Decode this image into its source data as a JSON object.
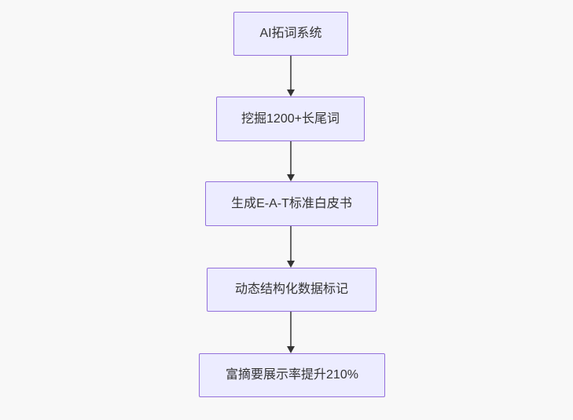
{
  "flowchart": {
    "direction": "top-down",
    "nodes": [
      {
        "label": "AI拓词系统"
      },
      {
        "label": "挖掘1200+长尾词"
      },
      {
        "label": "生成E-A-T标准白皮书"
      },
      {
        "label": "动态结构化数据标记"
      },
      {
        "label": "富摘要展示率提升210%"
      }
    ],
    "edges": [
      {
        "from": 0,
        "to": 1
      },
      {
        "from": 1,
        "to": 2
      },
      {
        "from": 2,
        "to": 3
      },
      {
        "from": 3,
        "to": 4
      }
    ]
  },
  "colors": {
    "page_bg": "#f8f8f8",
    "node_fill": "#ECECFF",
    "node_border": "#9370DB",
    "node_text": "#333333",
    "edge_line": "#666666",
    "edge_head": "#333333"
  }
}
